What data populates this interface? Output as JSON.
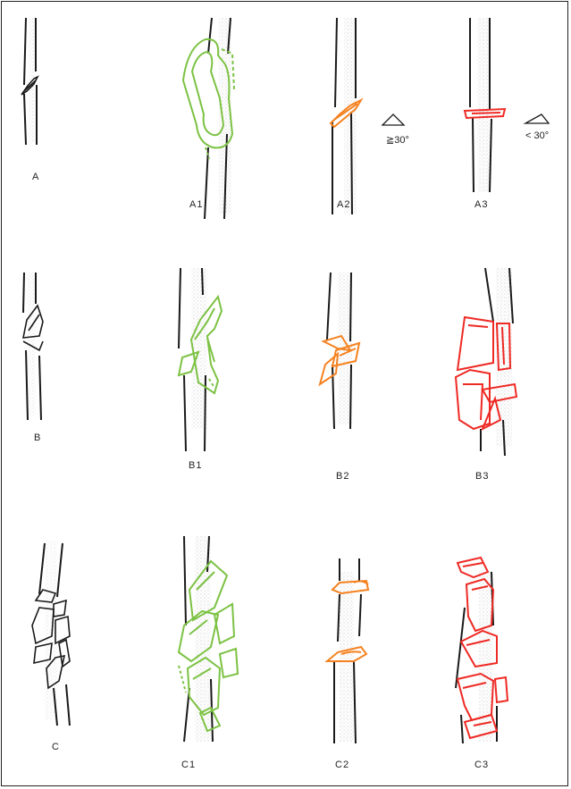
{
  "colors": {
    "black": "#1a1a1a",
    "group_1": "#7cc243",
    "group_2": "#f58220",
    "group_3": "#ee2a24",
    "shading": "#b8b8b8"
  },
  "labels": {
    "A": "A",
    "A1": "A1",
    "A2": "A2",
    "A3": "A3",
    "B": "B",
    "B1": "B1",
    "B2": "B2",
    "B3": "B3",
    "C": "C",
    "C1": "C1",
    "C2": "C2",
    "C3": "C3"
  },
  "angles": {
    "ge30": "≧30°",
    "lt30": "< 30°"
  }
}
